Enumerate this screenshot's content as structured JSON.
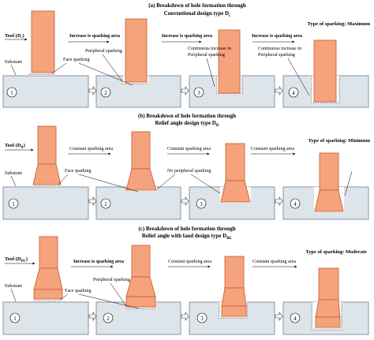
{
  "colors": {
    "tool_fill": "#f4a37d",
    "tool_stroke": "#c85a2a",
    "substrate_fill": "#dde4ea",
    "substrate_stroke": "#8895a3",
    "spark_color": "#9aa0a6",
    "arrow_fill": "#ffffff"
  },
  "sections": [
    {
      "title_line1": "(a)   Breakdown of hole formation through",
      "title_line2": "Conventional design type D",
      "title_sub": "c",
      "sparking_type": "Type of sparking: Maximum",
      "tool_label": "Tool (D",
      "tool_sub": "c",
      "tool_label_end": ")",
      "substrate_label": "Substrate",
      "annotations": [
        "Increase is sparking area",
        "Increase is sparking area",
        "Increase is sparking area",
        "Peripheral sparking",
        "Continuous increase in",
        "Peripheral sparking",
        "Continuous increase in",
        "Peripheral sparking",
        "Face sparking"
      ],
      "steps": [
        "1",
        "2",
        "3",
        "4"
      ]
    },
    {
      "title_line1": "(b) Breakdown of hole formation through",
      "title_line2": "Relief angle design type D",
      "title_sub": "R",
      "sparking_type": "Type of sparking: Minimum",
      "tool_label": "Tool (D",
      "tool_sub": "R",
      "tool_label_end": ")",
      "substrate_label": "Substrate",
      "annotations": [
        "Constant sparking area",
        "Constant sparking area",
        "Constant sparking area",
        "Face sparking",
        "No peripheral sparking"
      ],
      "steps": [
        "1",
        "2",
        "3",
        "4"
      ]
    },
    {
      "title_line1": "(c) Breakdown of hole formation through",
      "title_line2": "Relief angle with land design type D",
      "title_sub": "RL",
      "sparking_type": "Type of sparking:  Moderate",
      "tool_label": "Tool (D",
      "tool_sub": "RL",
      "tool_label_end": ")",
      "substrate_label": "Substrate",
      "annotations": [
        "Increase is sparking area",
        "Constant sparking area",
        "Constant sparking area",
        "Peripheral sparking",
        "Face sparking"
      ],
      "steps": [
        "1",
        "2",
        "3",
        "4"
      ]
    }
  ]
}
